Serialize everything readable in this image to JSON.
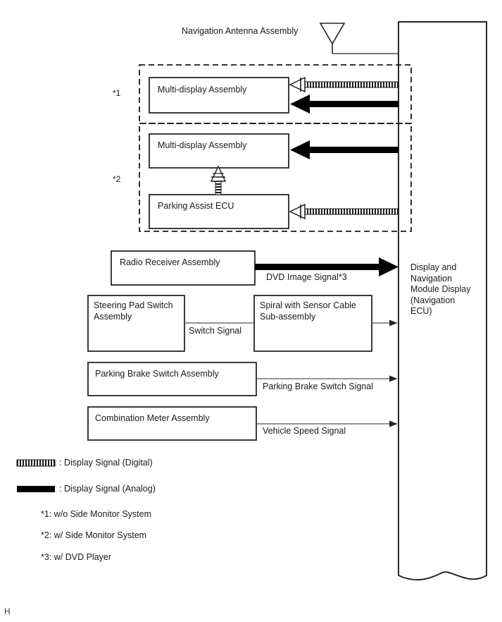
{
  "diagram": {
    "title_text": "Navigation Antenna Assembly",
    "antenna_icon": "antenna-triangle-icon",
    "page_marker": "H",
    "colors": {
      "line": "#262626",
      "fill_analog": "#000000",
      "fill_digital": "#ffffff",
      "background": "#ffffff",
      "text": "#1a1a1a"
    },
    "groups": [
      {
        "id": "group-1",
        "star": "*1"
      },
      {
        "id": "group-2",
        "star": "*2"
      }
    ],
    "boxes": [
      {
        "id": "multi-display-assembly-1",
        "label": "Multi-display Assembly"
      },
      {
        "id": "multi-display-assembly-2",
        "label": "Multi-display Assembly"
      },
      {
        "id": "parking-assist-ecu",
        "label": "Parking Assist ECU"
      },
      {
        "id": "radio-receiver-assembly",
        "label": "Radio Receiver Assembly"
      },
      {
        "id": "steering-pad-switch-assembly",
        "label": "Steering Pad Switch\nAssembly"
      },
      {
        "id": "spiral-with-sensor-cable-sub-assembly",
        "label": "Spiral with Sensor Cable\nSub-assembly"
      },
      {
        "id": "parking-brake-switch-assembly",
        "label": "Parking Brake Switch Assembly"
      },
      {
        "id": "combination-meter-assembly",
        "label": "Combination Meter Assembly"
      }
    ],
    "panel": {
      "id": "display-and-navigation-module-display",
      "label": "Display and\nNavigation\nModule Display\n(Navigation\nECU)"
    },
    "signal_labels": [
      {
        "id": "dvd-image-signal",
        "text": "DVD Image Signal*3"
      },
      {
        "id": "switch-signal",
        "text": "Switch Signal"
      },
      {
        "id": "parking-brake-switch-signal",
        "text": "Parking Brake Switch Signal"
      },
      {
        "id": "vehicle-speed-signal",
        "text": "Vehicle Speed Signal"
      }
    ],
    "legend": [
      {
        "id": "legend-digital",
        "symbol": "digital-striped-arrow",
        "text": ": Display Signal (Digital)"
      },
      {
        "id": "legend-analog",
        "symbol": "analog-solid-arrow",
        "text": ": Display Signal (Analog)"
      }
    ],
    "footnotes": [
      {
        "id": "footnote-1",
        "text": "*1: w/o Side Monitor System"
      },
      {
        "id": "footnote-2",
        "text": "*2: w/ Side Monitor System"
      },
      {
        "id": "footnote-3",
        "text": "*3: w/ DVD Player"
      }
    ]
  }
}
